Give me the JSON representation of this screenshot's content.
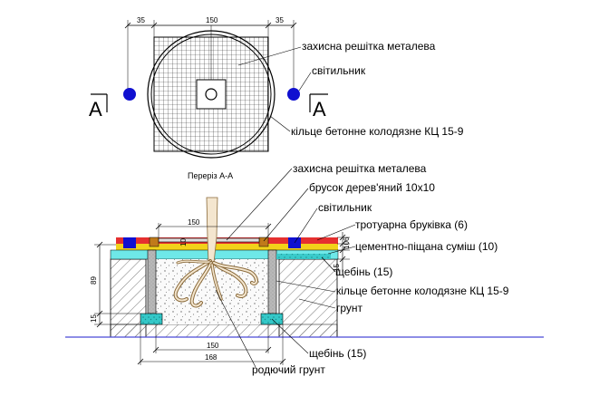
{
  "plan": {
    "dim_left": "35",
    "dim_center": "150",
    "dim_right": "35",
    "section_left": "А",
    "section_right": "А",
    "labels": {
      "grate": "захисна решітка металева",
      "lamp": "світильник",
      "ring": "кільце бетонне колодязне КЦ 15-9"
    }
  },
  "section": {
    "title": "Переріз А-А",
    "labels": {
      "grate": "захисна решітка металева",
      "beam": "брусок дерев'яний 10х10",
      "lamp": "світильник",
      "paving": "тротуарна бруківка (6)",
      "sand_mix": "цементно-піщана суміш (10)",
      "gravel_top": "щебінь (15)",
      "ring": "кільце бетонне колодязне КЦ 15-9",
      "soil": "грунт",
      "gravel_bottom": "щебінь (15)",
      "fertile_soil": "родючий грунт"
    },
    "dims": {
      "top_150": "150",
      "bottom_150": "150",
      "bottom_168": "168",
      "left_89": "89",
      "left_15": "15",
      "right_15": "15",
      "right_10": "10",
      "right_6": "6",
      "beam_10": "10"
    }
  },
  "colors": {
    "lamp_blue": "#1010d0",
    "paving_red": "#e53030",
    "paving_yellow": "#f2d21a",
    "sand_cyan": "#6ee8e8",
    "gravel_cyan": "#34c8c8",
    "ring_grey": "#b8b8b8",
    "beam_brown": "#c07a1a",
    "ground_line": "#4a4ad8"
  }
}
